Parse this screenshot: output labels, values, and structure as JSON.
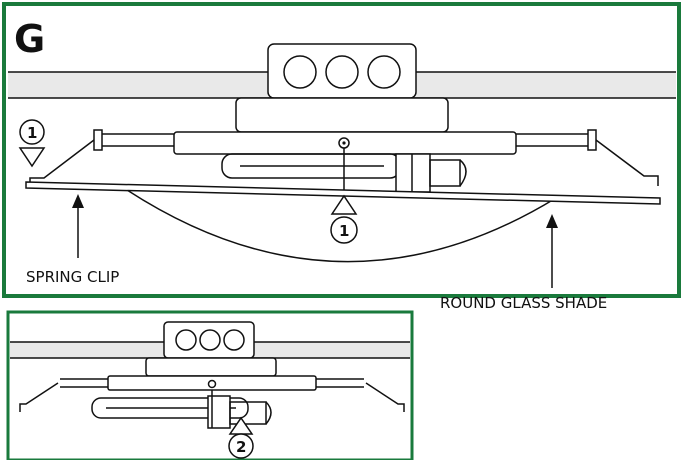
{
  "panel": {
    "step_letter": "G",
    "border_color": "#1a7a3c"
  },
  "callouts": {
    "spring_clip": "SPRING CLIP",
    "round_glass_shade": "ROUND GLASS SHADE"
  },
  "markers": {
    "top_left_step": "1",
    "center_step": "1",
    "inset_step": "2"
  },
  "colors": {
    "ceiling_band": "#e9e9e9",
    "line": "#111111"
  }
}
